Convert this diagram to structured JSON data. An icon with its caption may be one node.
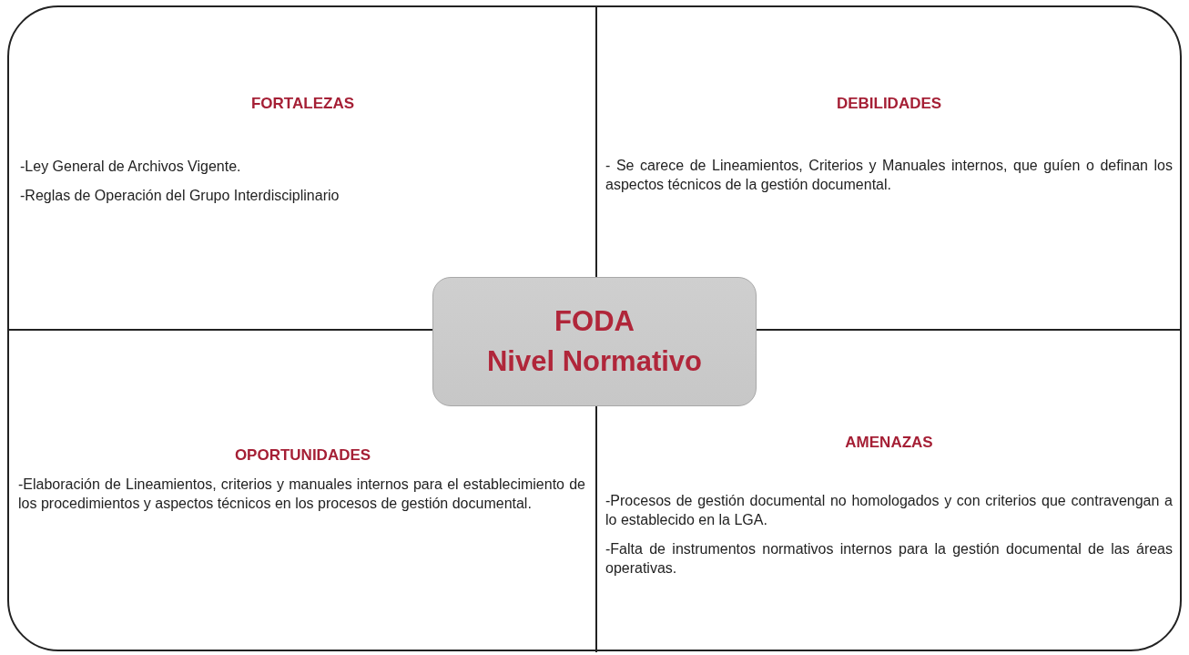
{
  "diagram": {
    "nodes": [
      {
        "text": [
          "FORTALEZAS",
          "-Ley General de Archivos Vigente.",
          "-Reglas de Operación del Grupo Interdisciplinario"
        ]
      },
      {
        "text": [
          "DEBILIDADES",
          "- Se carece de Lineamientos, Criterios y Manuales internos, que guíen o definan los aspectos técnicos de la gestión documental."
        ]
      },
      {
        "text": [
          "OPORTUNIDADES",
          "-Elaboración de Lineamientos, criterios y manuales internos para el establecimiento de los procedimientos y aspectos técnicos en los procesos de gestión documental."
        ]
      },
      {
        "text": [
          "AMENAZAS",
          "-Procesos de gestión documental no homologados y con criterios que contravengan a lo establecido en la LGA.",
          "-Falta de instrumentos normativos internos para la gestión documental de las áreas operativas."
        ]
      },
      {
        "text": [
          "FODA",
          "Nivel Normativo"
        ]
      }
    ]
  }
}
